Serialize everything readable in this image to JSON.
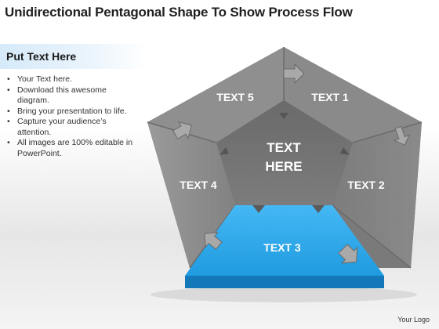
{
  "title": "Unidirectional Pentagonal Shape To Show Process Flow",
  "sidebar": {
    "heading": "Put Text Here",
    "bullets": [
      "Your Text here.",
      "Download this awesome diagram.",
      "Bring your presentation to life.",
      "Capture your audience’s attention.",
      "All images are 100% editable in PowerPoint."
    ]
  },
  "diagram": {
    "center": [
      "TEXT",
      "HERE"
    ],
    "segments": [
      {
        "label": "TEXT 1",
        "color": "#8f8f8f"
      },
      {
        "label": "TEXT 2",
        "color": "#8c8c8c"
      },
      {
        "label": "TEXT 3",
        "color": "#2fa8ec"
      },
      {
        "label": "TEXT 4",
        "color": "#8e8e8e"
      },
      {
        "label": "TEXT 5",
        "color": "#8c8c8c"
      }
    ],
    "flow_arrow_icon": "arrow-icon"
  },
  "logo": "Your Logo"
}
